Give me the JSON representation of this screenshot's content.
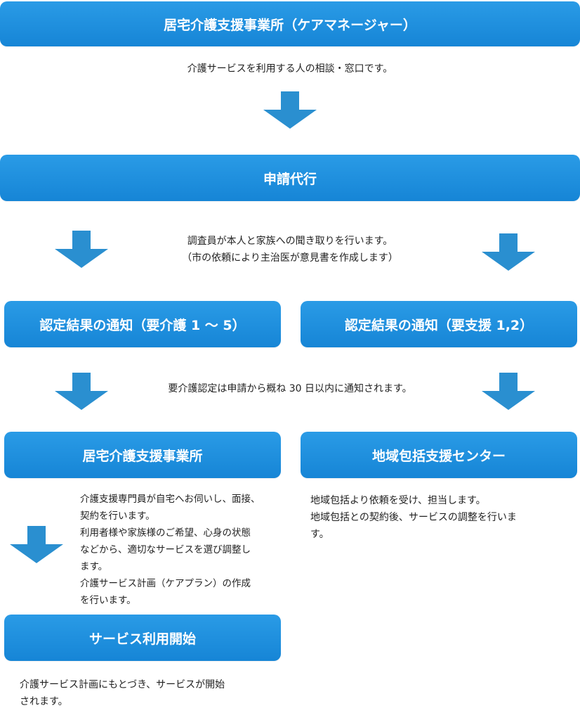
{
  "colors": {
    "box": "#1e90de",
    "arrow": "#2a8fd0",
    "text": "#222222"
  },
  "step1": {
    "title": "居宅介護支援事業所（ケアマネージャー）",
    "desc": "介護サービスを利用する人の相談・窓口です。"
  },
  "step2": {
    "title": "申請代行",
    "desc": [
      "調査員が本人と家族への聞き取りを行います。",
      "（市の依頼により主治医が意見書を作成します）"
    ]
  },
  "step3": {
    "left_title": "認定結果の通知（要介護 1 ～ 5）",
    "right_title": "認定結果の通知（要支援 1,2）",
    "desc": "要介護認定は申請から概ね 30 日以内に通知されます。"
  },
  "step4": {
    "left_title": "居宅介護支援事業所",
    "left_desc": [
      "介護支援専門員が自宅へお伺いし、面接、",
      "契約を行います。",
      "利用者様や家族様のご希望、心身の状態",
      "などから、適切なサービスを選び調整し",
      "ます。",
      "介護サービス計画（ケアプラン）の作成",
      "を行います。"
    ],
    "right_title": "地域包括支援センター",
    "right_desc": [
      "地域包括より依頼を受け、担当します。",
      "地域包括との契約後、サービスの調整を行いま",
      "す。"
    ]
  },
  "step5": {
    "title": "サービス利用開始",
    "desc": [
      "介護サービス計画にもとづき、サービスが開始",
      "されます。"
    ]
  }
}
